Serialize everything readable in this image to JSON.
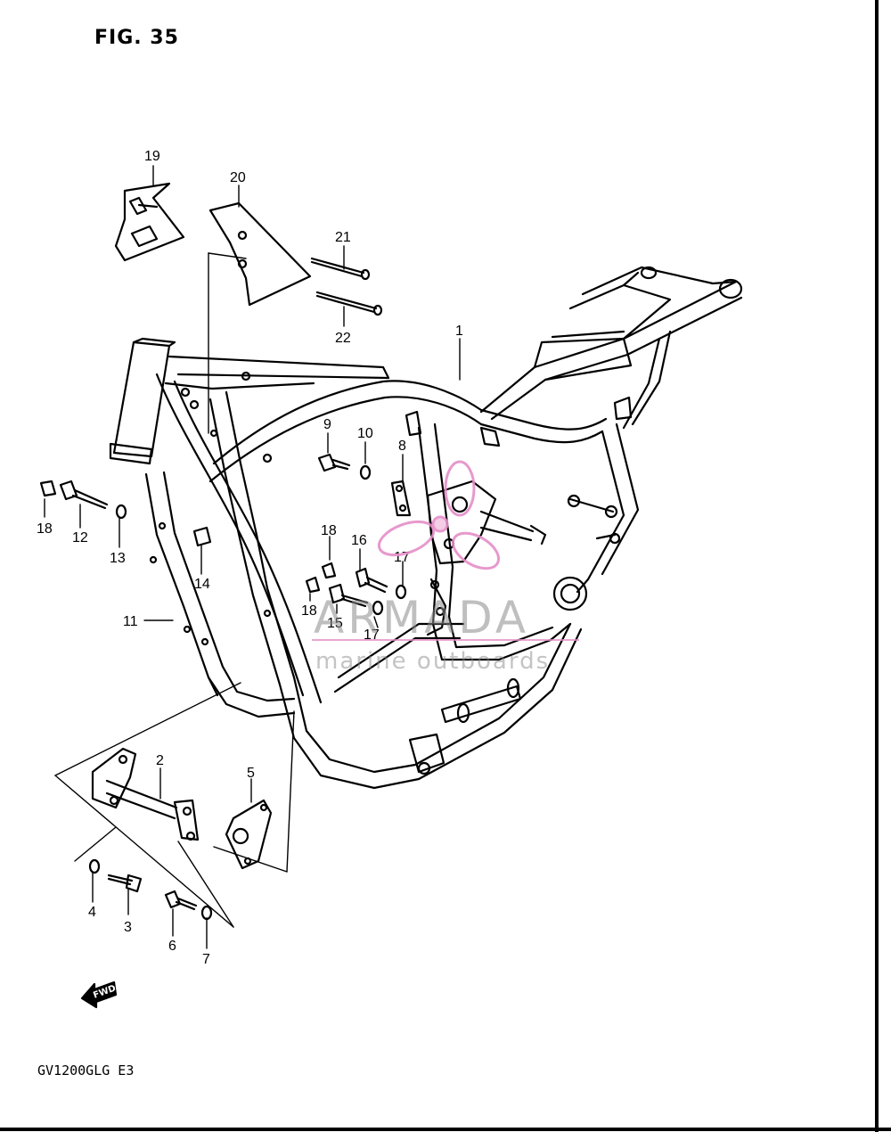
{
  "figure": {
    "title": "FIG. 35",
    "model_code": "GV1200GLG  E3"
  },
  "callouts": {
    "p1": "1",
    "p2": "2",
    "p3": "3",
    "p4": "4",
    "p5": "5",
    "p6": "6",
    "p7": "7",
    "p8": "8",
    "p9": "9",
    "p10": "10",
    "p11": "11",
    "p12": "12",
    "p13": "13",
    "p14": "14",
    "p15": "15",
    "p16": "16",
    "p17a": "17",
    "p17b": "17",
    "p18a": "18",
    "p18b": "18",
    "p18c": "18",
    "p19": "19",
    "p20": "20",
    "p21": "21",
    "p22": "22"
  },
  "fwd_label": "FWD",
  "watermark": {
    "brand": "ARMADA",
    "tagline": "marine outboards",
    "logo_color": "#e58fc8"
  }
}
